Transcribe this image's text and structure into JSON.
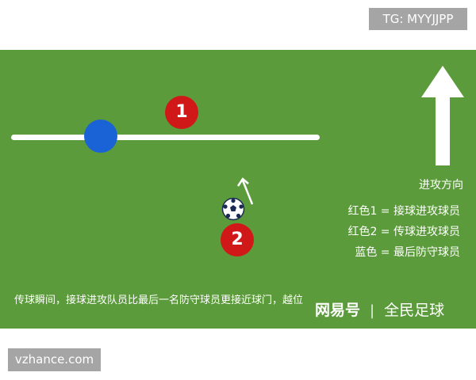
{
  "watermark_top": "TG: MYYJJPP",
  "watermark_bottom": "vzhance.com",
  "players": {
    "attacker_1_number": "1",
    "attacker_2_number": "2"
  },
  "direction_label": "进攻方向",
  "legend": {
    "red1": "红色1 = 接球进攻球员",
    "red2": "红色2 = 传球进攻球员",
    "blue": "蓝色 = 最后防守球员"
  },
  "caption": "传球瞬间，接球进攻队员比最后一名防守球员更接近球门，越位",
  "brand": {
    "logo": "网易号",
    "separator": "|",
    "name": "全民足球"
  },
  "colors": {
    "field": "#5c9b3b",
    "attacker": "#d11818",
    "defender": "#1a63d6",
    "line": "#ffffff"
  },
  "icons": [
    "arrow-up-icon",
    "pass-arrow-icon",
    "soccer-ball-icon"
  ]
}
